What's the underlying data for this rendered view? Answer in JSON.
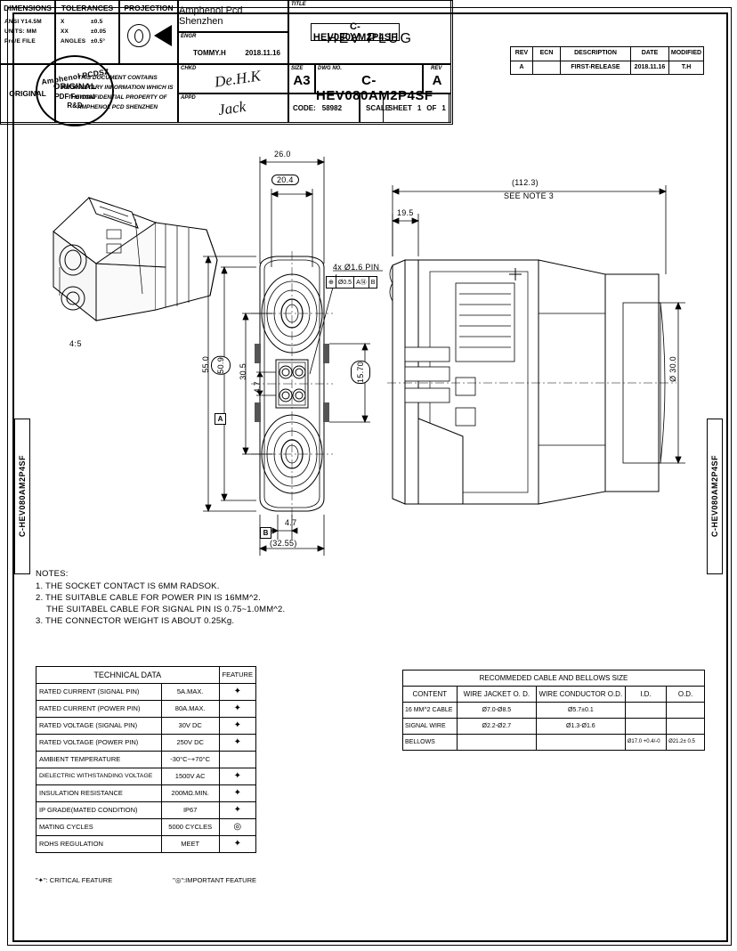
{
  "sheet": {
    "part_tag": "C-HEV080AM2P4SF",
    "side_tab_left": "C-HEV080AM2P4SF",
    "side_tab_right": "C-HEV080AM2P4SF"
  },
  "stamp": {
    "line1": "Amphenol PCDSZ",
    "line2": "ORIGINAL",
    "line3": "PDF Format",
    "line4": "R&D"
  },
  "revision_table": {
    "headers": [
      "REV",
      "ECN",
      "DESCRIPTION",
      "DATE",
      "MODIFIED"
    ],
    "rows": [
      {
        "rev": "A",
        "ecn": "",
        "description": "FIRST-RELEASE",
        "date": "2018.11.16",
        "modified": "T.H"
      }
    ]
  },
  "views": {
    "iso_scale_label": "4:5",
    "front": {
      "dim_width_overall": "26.0",
      "dim_width_basic": "20.4",
      "dim_height_overall": "55.0",
      "dim_height_basic": "50.9",
      "dim_height_mid": "30.5",
      "dim_pin_pitch_v": "4.7",
      "dim_pin_pitch_h": "4.7",
      "dim_signal_block": "15.70",
      "dim_ref_width": "(32.55)",
      "pin_callout": "4x Ø1.6 PIN",
      "gdt": {
        "symbol": "position",
        "tolerance": "Ø0.5",
        "datum_primary": "A",
        "datum_primary_mod": "M",
        "datum_secondary": "B"
      },
      "datum_a": "A",
      "datum_b": "B"
    },
    "side": {
      "dim_overall_length": "(112.3)",
      "note_ref": "SEE NOTE 3",
      "dim_front_length": "19.5",
      "dim_diameter": "Ø 30.0"
    }
  },
  "notes": {
    "title": "NOTES:",
    "items": [
      "1. THE SOCKET CONTACT IS 6MM RADSOK.",
      "2. THE SUITABLE CABLE FOR POWER PIN IS 16MM^2.",
      "THE SUITABEL CABLE FOR SIGNAL PIN IS 0.75~1.0MM^2.",
      "3. THE CONNECTOR WEIGHT IS ABOUT 0.25Kg."
    ]
  },
  "technical_data": {
    "title": "TECHNICAL DATA",
    "feature_header": "FEATURE",
    "rows": [
      {
        "name": "RATED CURRENT (SIGNAL PIN)",
        "value": "5A.MAX.",
        "feature": "✦"
      },
      {
        "name": "RATED CURRENT (POWER PIN)",
        "value": "80A.MAX.",
        "feature": "✦"
      },
      {
        "name": "RATED VOLTAGE (SIGNAL PIN)",
        "value": "30V DC",
        "feature": "✦"
      },
      {
        "name": "RATED VOLTAGE (POWER PIN)",
        "value": "250V DC",
        "feature": "✦"
      },
      {
        "name": "AMBIENT TEMPERATURE",
        "value": "-30°C~+70°C",
        "feature": ""
      },
      {
        "name": "DIELECTRIC WITHSTANDING VOLTAGE",
        "value": "1500V AC",
        "feature": "✦"
      },
      {
        "name": "INSULATION RESISTANCE",
        "value": "200MΩ.MIN.",
        "feature": "✦"
      },
      {
        "name": "IP GRADE(MATED CONDITION)",
        "value": "IP67",
        "feature": "✦"
      },
      {
        "name": "MATING CYCLES",
        "value": "5000 CYCLES",
        "feature": "◎"
      },
      {
        "name": "ROHS REGULATION",
        "value": "MEET",
        "feature": "✦"
      }
    ],
    "legend_left": "\"✦\": CRITICAL FEATURE",
    "legend_right": "\"◎\":IMPORTANT FEATURE"
  },
  "cable_table": {
    "title": "RECOMMEDED CABLE AND BELLOWS SIZE",
    "headers": [
      "CONTENT",
      "WIRE JACKET O. D.",
      "WIRE CONDUCTOR O.D.",
      "I.D.",
      "O.D."
    ],
    "rows": [
      {
        "content": "16 MM^2 CABLE",
        "jacket": "Ø7.0-Ø8.5",
        "conductor": "Ø5.7±0.1",
        "id": "",
        "od": ""
      },
      {
        "content": "SIGNAL WIRE",
        "jacket": "Ø2.2-Ø2.7",
        "conductor": "Ø1.3-Ø1.6",
        "id": "",
        "od": ""
      },
      {
        "content": "BELLOWS",
        "jacket": "",
        "conductor": "",
        "id": "Ø17.0 +0.4/-0",
        "od": "Ø21.2± 0.5"
      }
    ]
  },
  "title_block": {
    "dimensions_label": "DIMENSIONS",
    "dimensions_lines": [
      "ANSI Y14.5M",
      "UNITS: MM",
      "Pro/E FILE"
    ],
    "tolerances_label": "TOLERANCES",
    "tolerances": [
      {
        "key": "X",
        "val": "±0.5"
      },
      {
        "key": "XX",
        "val": "±0.05"
      },
      {
        "key": "ANGLES",
        "val": "±0.5°"
      }
    ],
    "projection_label": "PROJECTION",
    "original_label": "ORIGINAL",
    "proprietary_text": "THIS DOCUMENT CONTAINS PROPRIETARY INFORMATION WHICH IS THE CONFIDENTIAL PROPERTY OF AMPHENOL PCD SHENZHEN",
    "company": "Amphenol Pcd Shenzhen",
    "engr_label": "ENGR",
    "engr_name": "TOMMY.H",
    "engr_date": "2018.11.16",
    "chkd_label": "CHKD",
    "chkd_signature": "De.H.K",
    "appd_label": "APPD",
    "appd_signature": "Jack",
    "title_label": "TITLE",
    "title_value": "HEV PLUG",
    "size_label": "SIZE",
    "size_value": "A3",
    "dwg_no_label": "DWG NO.",
    "dwg_no_value": "C-HEV080AM2P4SF",
    "rev_label": "REV",
    "rev_value": "A",
    "code_label": "CODE:",
    "code_value": "58982",
    "scale_label": "SCALE",
    "scale_value": "",
    "sheet_label": "SHEET",
    "sheet_num": "1",
    "sheet_of": "OF",
    "sheet_total": "1"
  }
}
